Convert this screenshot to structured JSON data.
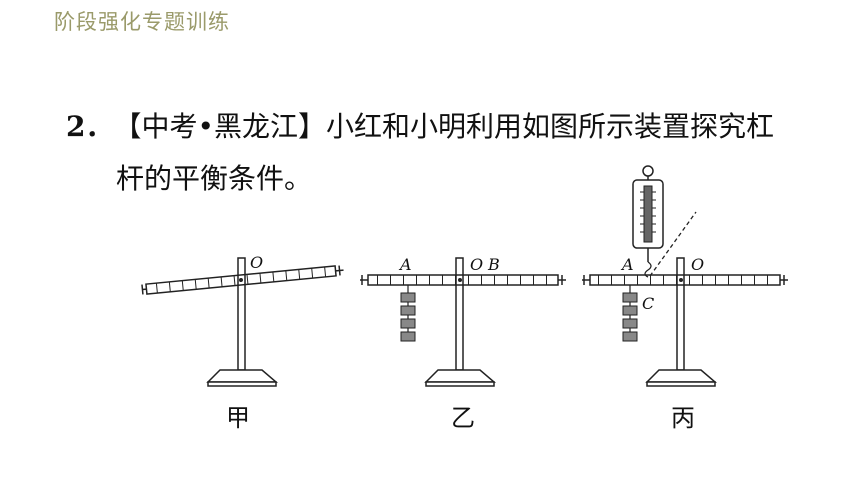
{
  "header": {
    "title": "阶段强化专题训练"
  },
  "question": {
    "number": "2．",
    "line1": "【中考•黑龙江】小红和小明利用如图所示装置探究杠",
    "line2": "杆的平衡条件。"
  },
  "figures": {
    "fig1": {
      "caption": "甲",
      "labels": {
        "o": "O"
      }
    },
    "fig2": {
      "caption": "乙",
      "labels": {
        "a": "A",
        "o": "O",
        "b": "B"
      }
    },
    "fig3": {
      "caption": "丙",
      "labels": {
        "a": "A",
        "o": "O",
        "c": "C"
      }
    }
  }
}
